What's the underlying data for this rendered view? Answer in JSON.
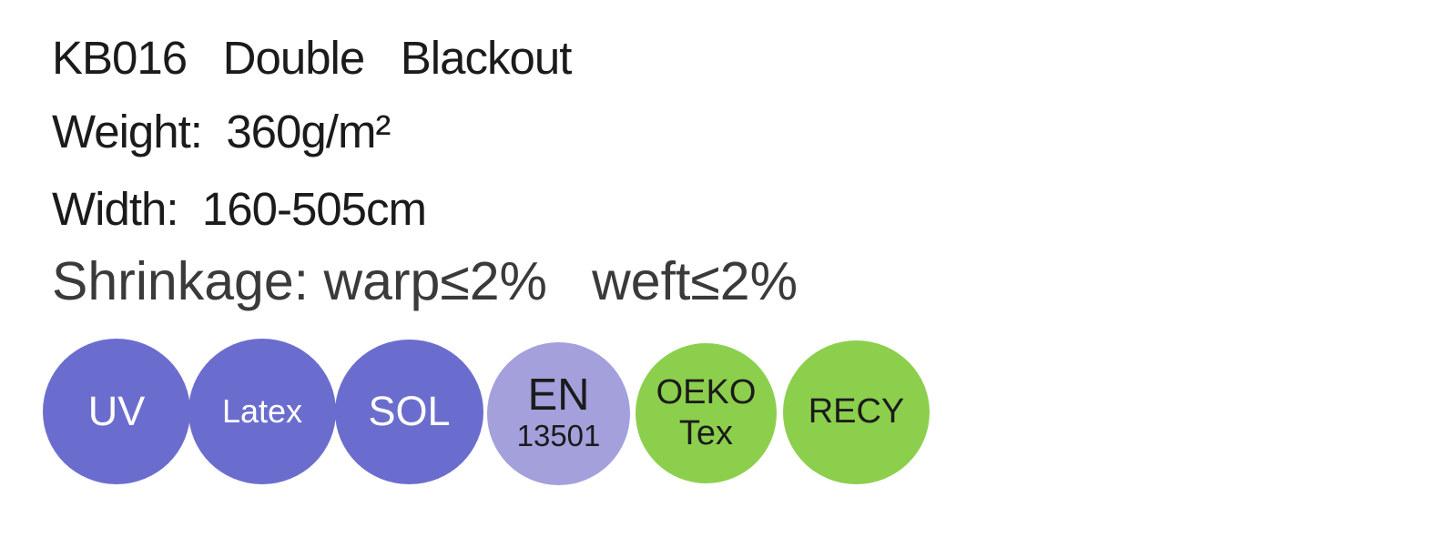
{
  "page": {
    "background": "#ffffff"
  },
  "product": {
    "title": "KB016   Double   Blackout",
    "weight_line": "Weight:  360g/m²",
    "width_line": "Width:  160-505cm",
    "shrinkage_line": "Shrinkage: warp≤2%   weft≤2%"
  },
  "badges": [
    {
      "id": "uv",
      "lines": [
        "UV"
      ],
      "color": "#6b6dce",
      "text_color": "#ffffff"
    },
    {
      "id": "latex",
      "lines": [
        "Latex"
      ],
      "color": "#6b6dce",
      "text_color": "#ffffff"
    },
    {
      "id": "sol",
      "lines": [
        "SOL"
      ],
      "color": "#6b6dce",
      "text_color": "#ffffff"
    },
    {
      "id": "en-13501",
      "lines": [
        "EN",
        "13501"
      ],
      "color": "#a3a0dc",
      "text_color": "#1b1b1b"
    },
    {
      "id": "oeko-tex",
      "lines": [
        "OEKO",
        "Tex"
      ],
      "color": "#8ccf4d",
      "text_color": "#1b1b1b"
    },
    {
      "id": "recy",
      "lines": [
        "RECY"
      ],
      "color": "#8ccf4d",
      "text_color": "#1b1b1b"
    }
  ],
  "colors": {
    "badge_purple": "#6b6dce",
    "badge_lavender": "#a3a0dc",
    "badge_green": "#8ccf4d",
    "text_primary": "#1b1b1b",
    "text_shrinkage": "#3a3a3a",
    "badge_text_light": "#ffffff"
  }
}
